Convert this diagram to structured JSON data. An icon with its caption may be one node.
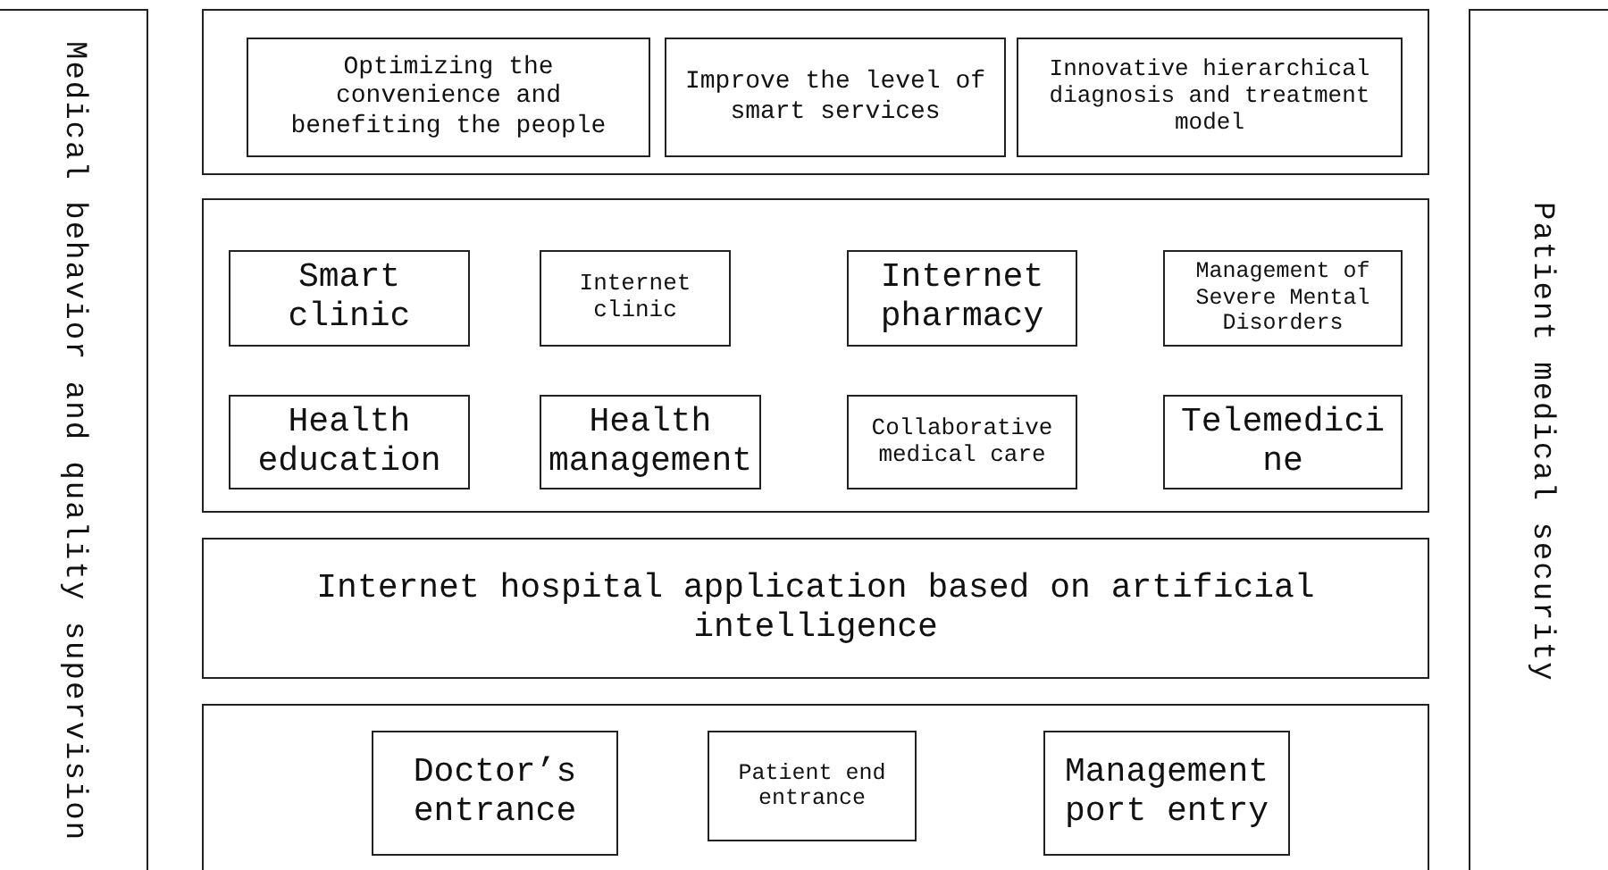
{
  "diagram": {
    "nodes": [
      {
        "text": [
          "Medical behavior and quality supervision"
        ]
      },
      {
        "text": [],
        "shape": "box"
      },
      {
        "text": [
          "Optimizing the convenience and benefiting the people"
        ],
        "in": 1
      },
      {
        "text": [
          "Improve the level of smart services"
        ],
        "in": 1
      },
      {
        "text": [
          "Innovative hierarchical diagnosis and treatment model"
        ],
        "in": 1
      },
      {
        "text": [],
        "shape": "box"
      },
      {
        "text": [
          "Smart clinic"
        ],
        "in": 5
      },
      {
        "text": [
          "Internet clinic"
        ],
        "in": 5
      },
      {
        "text": [
          "Internet pharmacy"
        ],
        "in": 5
      },
      {
        "text": [
          "Management of Severe Mental Disorders"
        ],
        "in": 5
      },
      {
        "text": [
          "Health education"
        ],
        "in": 5
      },
      {
        "text": [
          "Health management"
        ],
        "in": 5
      },
      {
        "text": [
          "Collaborative medical care"
        ],
        "in": 5
      },
      {
        "text": [
          "Telemedicine"
        ],
        "in": 5
      },
      {
        "text": [
          "Internet hospital application based on artificial intelligence"
        ]
      },
      {
        "text": [],
        "shape": "box"
      },
      {
        "text": [
          "Doctor’s entrance"
        ],
        "in": 15
      },
      {
        "text": [
          "Patient end entrance"
        ],
        "in": 15
      },
      {
        "text": [
          "Management port entry"
        ],
        "in": 15
      },
      {
        "text": [
          "Patient medical security"
        ]
      }
    ],
    "edges": []
  }
}
